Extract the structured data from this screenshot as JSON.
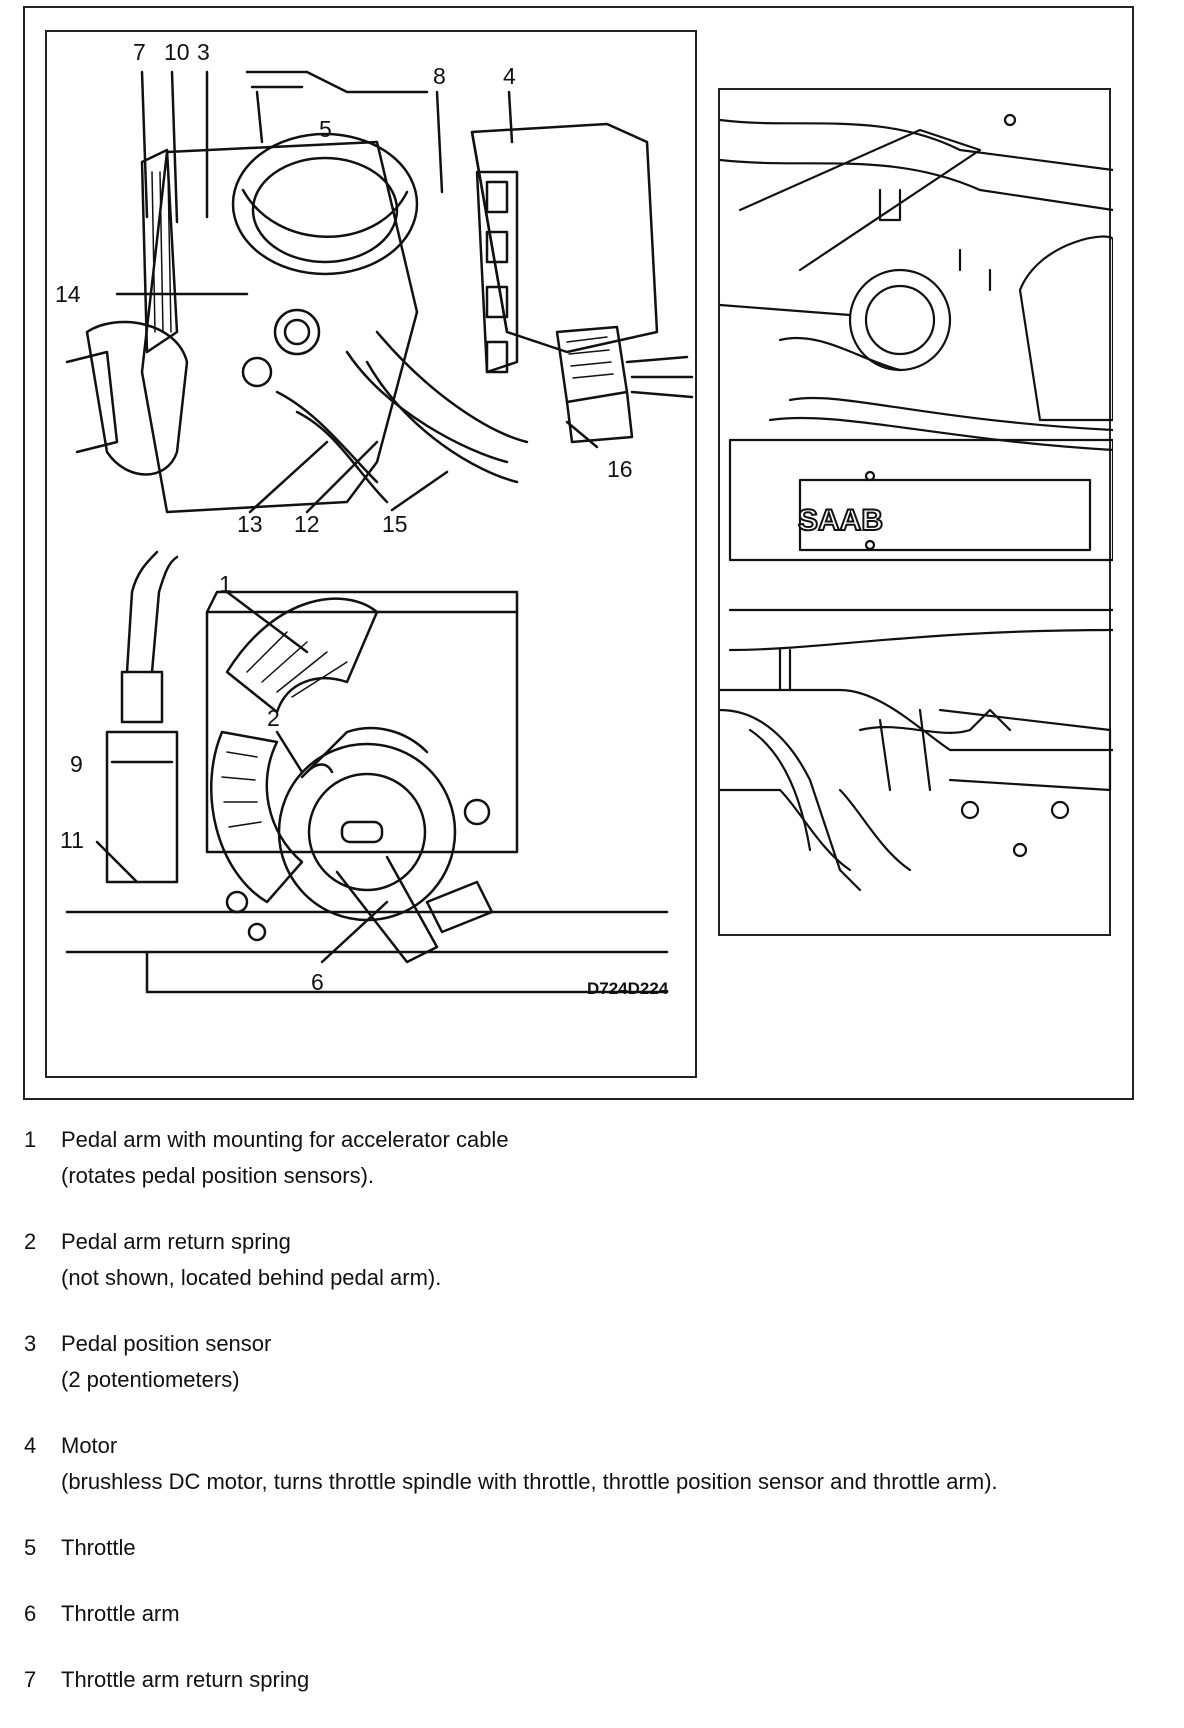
{
  "figure": {
    "code": "D724D224",
    "badge": "SAAB",
    "callouts": {
      "c1": "1",
      "c2": "2",
      "c3": "3",
      "c4": "4",
      "c5": "5",
      "c6": "6",
      "c7": "7",
      "c8": "8",
      "c9": "9",
      "c10": "10",
      "c11": "11",
      "c12": "12",
      "c13": "13",
      "c14": "14",
      "c15": "15",
      "c16": "16"
    }
  },
  "legend": [
    {
      "num": "1",
      "title": "Pedal arm with mounting for accelerator cable",
      "detail": "(rotates pedal position sensors)."
    },
    {
      "num": "2",
      "title": "Pedal arm return spring",
      "detail": "(not shown, located behind pedal arm)."
    },
    {
      "num": "3",
      "title": "Pedal position sensor",
      "detail": "(2 potentiometers)"
    },
    {
      "num": "4",
      "title": "Motor",
      "detail": "(brushless DC motor, turns throttle spindle with throttle, throttle position sensor and throttle arm)."
    },
    {
      "num": "5",
      "title": "Throttle",
      "detail": ""
    },
    {
      "num": "6",
      "title": "Throttle arm",
      "detail": ""
    },
    {
      "num": "7",
      "title": "Throttle arm return spring",
      "detail": ""
    }
  ]
}
